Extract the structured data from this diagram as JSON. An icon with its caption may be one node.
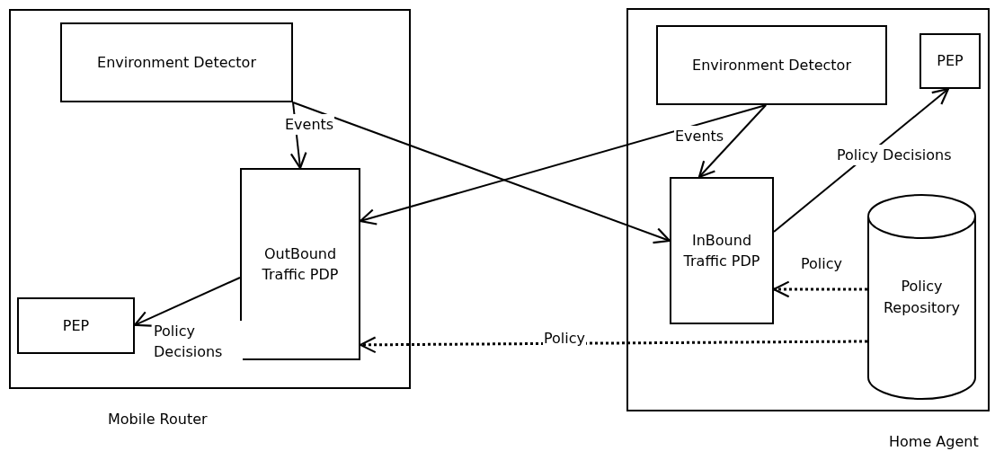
{
  "diagram": {
    "nodes": [
      {
        "text": [
          "Mobile Router"
        ]
      },
      {
        "text": [
          "Environment Detector"
        ],
        "in": 0
      },
      {
        "text": [
          "OutBound Traffic PDP"
        ],
        "in": 0
      },
      {
        "text": [
          "PEP"
        ],
        "in": 0
      },
      {
        "text": [
          "Home Agent"
        ]
      },
      {
        "text": [
          "Environment Detector"
        ],
        "in": 4
      },
      {
        "text": [
          "PEP"
        ],
        "in": 4
      },
      {
        "text": [
          "InBound Traffic PDP"
        ],
        "in": 4
      },
      {
        "text": [
          "Policy Repository"
        ],
        "in": 4
      }
    ],
    "edges": [
      {
        "from": 1,
        "to": 2,
        "arrow": "to",
        "label": "Events"
      },
      {
        "from": 1,
        "to": 7,
        "arrow": "to"
      },
      {
        "from": 5,
        "to": 7,
        "arrow": "to",
        "label": "Events"
      },
      {
        "from": 5,
        "to": 2,
        "arrow": "to"
      },
      {
        "from": 2,
        "to": 3,
        "arrow": "to",
        "label": "Policy Decisions"
      },
      {
        "from": 7,
        "to": 6,
        "arrow": "to",
        "label": "Policy Decisions"
      },
      {
        "from": 8,
        "to": 7,
        "arrow": "to",
        "label": "Policy",
        "style": "dashed"
      },
      {
        "from": 8,
        "to": 2,
        "arrow": "to",
        "label": "Policy",
        "style": "dashed"
      }
    ]
  }
}
